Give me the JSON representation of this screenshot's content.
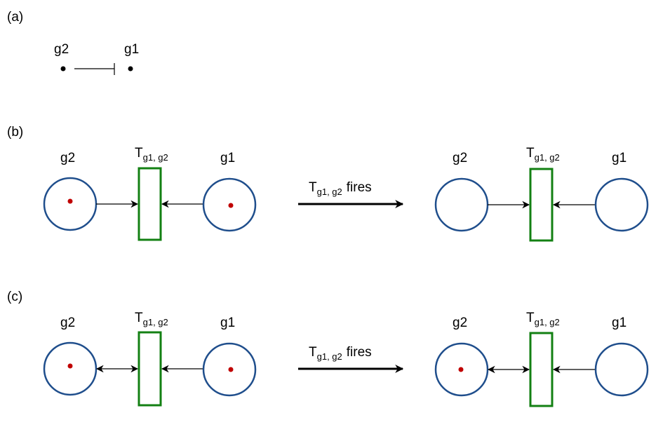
{
  "panels": {
    "a": {
      "label": "(a)",
      "g2": "g2",
      "g1": "g1"
    },
    "b": {
      "label": "(b)",
      "g2": "g2",
      "g1": "g1",
      "t_main": "T",
      "t_sub": "g1, g2",
      "fires_main": "T",
      "fires_sub": "g1, g2",
      "fires_word": "fires"
    },
    "c": {
      "label": "(c)",
      "g2": "g2",
      "g1": "g1",
      "t_main": "T",
      "t_sub": "g1, g2",
      "fires_main": "T",
      "fires_sub": "g1, g2",
      "fires_word": "fires"
    }
  },
  "colors": {
    "place": "#1f4e8c",
    "transition": "#138013",
    "token": "#c00000"
  }
}
